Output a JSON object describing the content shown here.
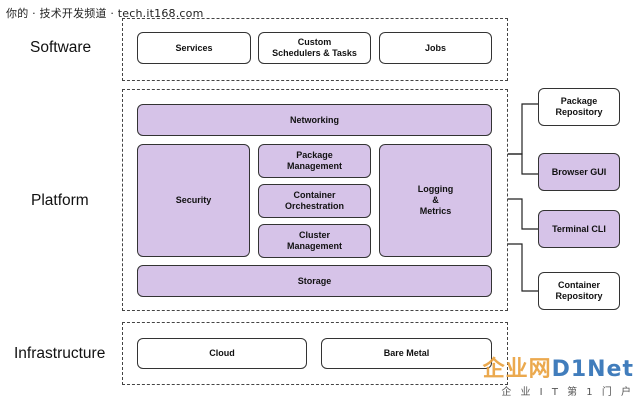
{
  "watermark_top": "你的 · 技术开发频道 · tech.it168.com",
  "layers": {
    "software": "Software",
    "platform": "Platform",
    "infrastructure": "Infrastructure"
  },
  "software_boxes": {
    "services": "Services",
    "custom": "Custom\nSchedulers & Tasks",
    "jobs": "Jobs"
  },
  "platform_boxes": {
    "networking": "Networking",
    "security": "Security",
    "package_management": "Package\nManagement",
    "container_orchestration": "Container\nOrchestration",
    "cluster_management": "Cluster\nManagement",
    "logging_metrics": "Logging\n&\nMetrics",
    "storage": "Storage"
  },
  "infrastructure_boxes": {
    "cloud": "Cloud",
    "bare_metal": "Bare Metal"
  },
  "side_boxes": {
    "package_repository": "Package\nRepository",
    "browser_gui": "Browser GUI",
    "terminal_cli": "Terminal CLI",
    "container_repository": "Container\nRepository"
  },
  "watermark_logo": {
    "cn": "企业网",
    "en": "D1Net",
    "sub": "企 业 I T 第 1 门 户"
  },
  "colors": {
    "purple_fill": "#d6c3e8",
    "border": "#333333"
  }
}
